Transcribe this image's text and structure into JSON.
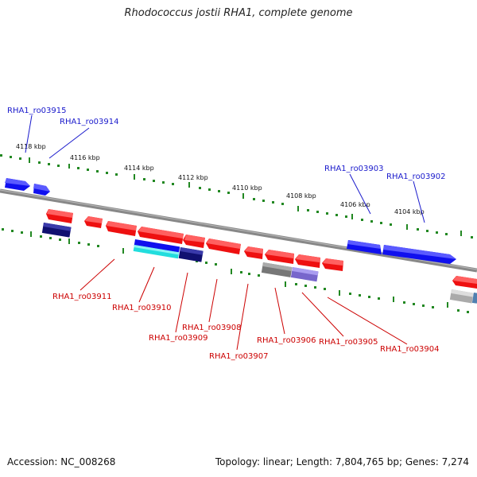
{
  "title": "Rhodococcus jostii RHA1, complete genome",
  "accession": "Accession: NC_008268",
  "summary": "Topology: linear; Length: 7,804,765 bp; Genes: 7,274",
  "ticks": [
    "4118 kbp",
    "4116 kbp",
    "4114 kbp",
    "4112 kbp",
    "4110 kbp",
    "4108 kbp",
    "4106 kbp",
    "4104 kbp"
  ],
  "top_gene_labels": [
    "RHA1_ro03915",
    "RHA1_ro03914",
    "RHA1_ro03903",
    "RHA1_ro03902"
  ],
  "bottom_gene_labels": [
    "RHA1_ro03911",
    "RHA1_ro03910",
    "RHA1_ro03909",
    "RHA1_ro03908",
    "RHA1_ro03907",
    "RHA1_ro03906",
    "RHA1_ro03905",
    "RHA1_ro03904"
  ],
  "colors": {
    "backbone": "#888888",
    "forward_gene": "#1010ee",
    "reverse_gene": "#ee1010",
    "navy_gene": "#101070",
    "cyan_gene": "#22dddd",
    "gray_gene": "#777777",
    "lavender_gene": "#7766cc",
    "tick": "#228822"
  }
}
